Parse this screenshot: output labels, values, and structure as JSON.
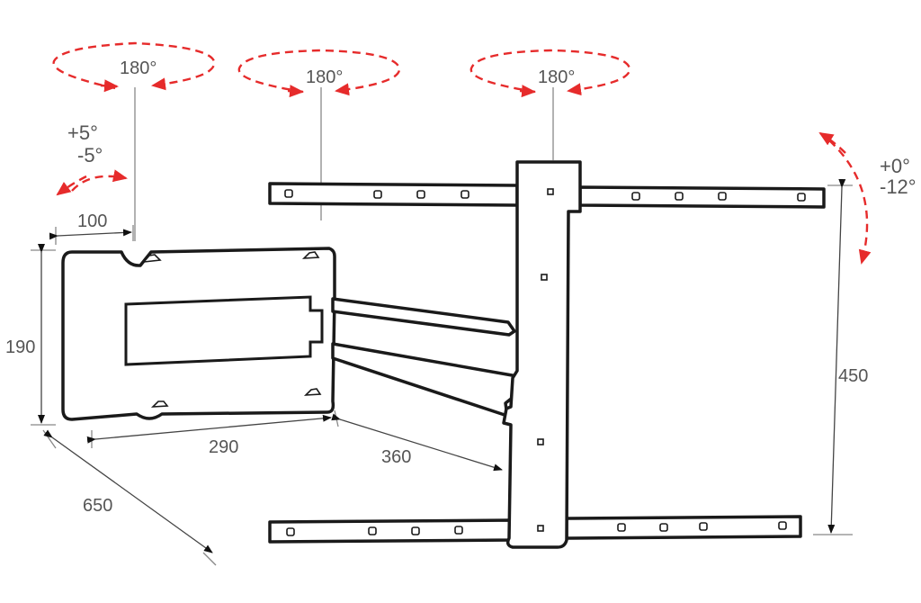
{
  "rotations": {
    "swivel_1": "180°",
    "swivel_2": "180°",
    "swivel_3": "180°"
  },
  "tilt": {
    "arm_up": "+5°",
    "arm_down": "-5°",
    "screen_up": "+0°",
    "screen_down": "-12°"
  },
  "dimensions": {
    "pivot_offset": "100",
    "plate_height": "190",
    "arm_1": "290",
    "arm_2": "360",
    "max_extension": "650",
    "vesa_height": "450"
  },
  "colors": {
    "rotation_arrow": "#e62b2b",
    "outline": "#1a1a1a",
    "label": "#555555"
  }
}
